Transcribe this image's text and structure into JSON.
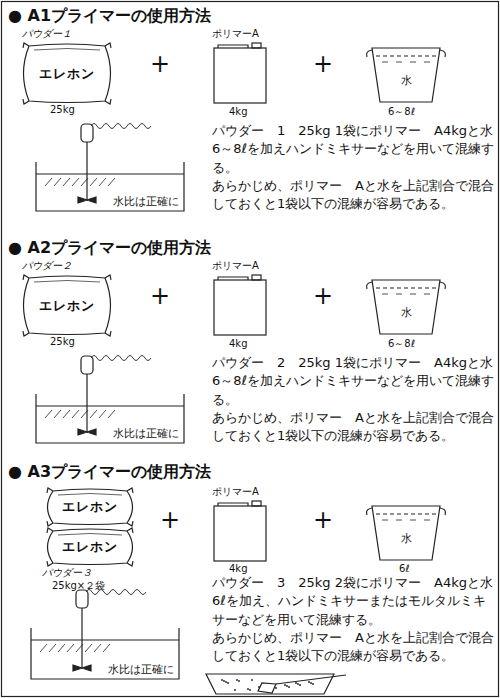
{
  "diagram": {
    "nodes": [
      {
        "text": [
          "パウダー１",
          "エレホン"
        ]
      },
      {
        "text": [
          "ポリマーA"
        ]
      },
      {
        "text": [
          "水"
        ]
      },
      {
        "text": [
          "水比は正確に"
        ]
      },
      {
        "text": [
          "パウダー２",
          "エレホン"
        ]
      },
      {
        "text": [
          "ポリマーA"
        ]
      },
      {
        "text": [
          "水"
        ]
      },
      {
        "text": [
          "水比は正確に"
        ]
      },
      {
        "text": [
          "エレホン"
        ]
      },
      {
        "text": [
          "エレホン"
        ]
      },
      {
        "text": [
          "ポリマーA"
        ]
      },
      {
        "text": [
          "水"
        ]
      },
      {
        "text": [
          "水比は正確に"
        ]
      }
    ],
    "labels": [
      "● A1プライマーの使用方法",
      "25kg",
      "+",
      "4kg",
      "+",
      "6～8ℓ",
      "パウダー　1　25kg 1袋にポリマー　A4kgと水6～8ℓを加えハンドミキサーなどを用いて混練する。",
      "あらかじめ、ポリマー　Aと水を上記割合で混合しておくと1袋以下の混練が容易である。",
      "● A2プライマーの使用方法",
      "25kg",
      "+",
      "4kg",
      "+",
      "6～8ℓ",
      "パウダー　2　25kg 1袋にポリマー　A4kgと水6～8ℓを加えハンドミキサーなどを用いて混練する。",
      "あらかじめ、ポリマー　Aと水を上記割合で混合しておくと1袋以下の混練が容易である。",
      "● A3プライマーの使用方法",
      "パウダー３",
      "25kg×２袋",
      "+",
      "4kg",
      "+",
      "6ℓ",
      "パウダー　3　25kg 2袋にポリマー　A4kgと水6ℓを加え、ハンドミキサーまたはモルタルミキサーなどを用いて混練する。",
      "あらかじめ、ポリマー　Aと水を上記割合で混合しておくと1袋以下の混練が容易である。"
    ]
  }
}
